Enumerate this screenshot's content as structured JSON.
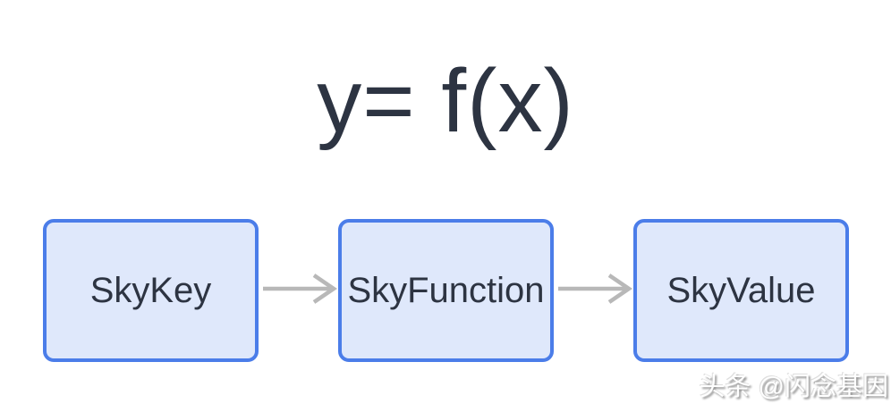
{
  "title": {
    "text": "y= f(x)"
  },
  "diagram": {
    "nodes": [
      {
        "id": "skykey",
        "label": "SkyKey"
      },
      {
        "id": "skyfunction",
        "label": "SkyFunction"
      },
      {
        "id": "skyvalue",
        "label": "SkyValue"
      }
    ],
    "connections": [
      {
        "from": "SkyKey",
        "to": "SkyFunction"
      },
      {
        "from": "SkyFunction",
        "to": "SkyValue"
      }
    ]
  },
  "watermark": {
    "text": "头条 @闪念基因"
  },
  "colors": {
    "background": "#ffffff",
    "title_text": "#2d3442",
    "node_fill": "#dfe8fb",
    "node_border": "#4b7de9",
    "node_text": "#2d3442",
    "arrow": "#b8b8b8",
    "watermark_text": "#ffffff",
    "watermark_shadow": "#8e8e8e"
  }
}
